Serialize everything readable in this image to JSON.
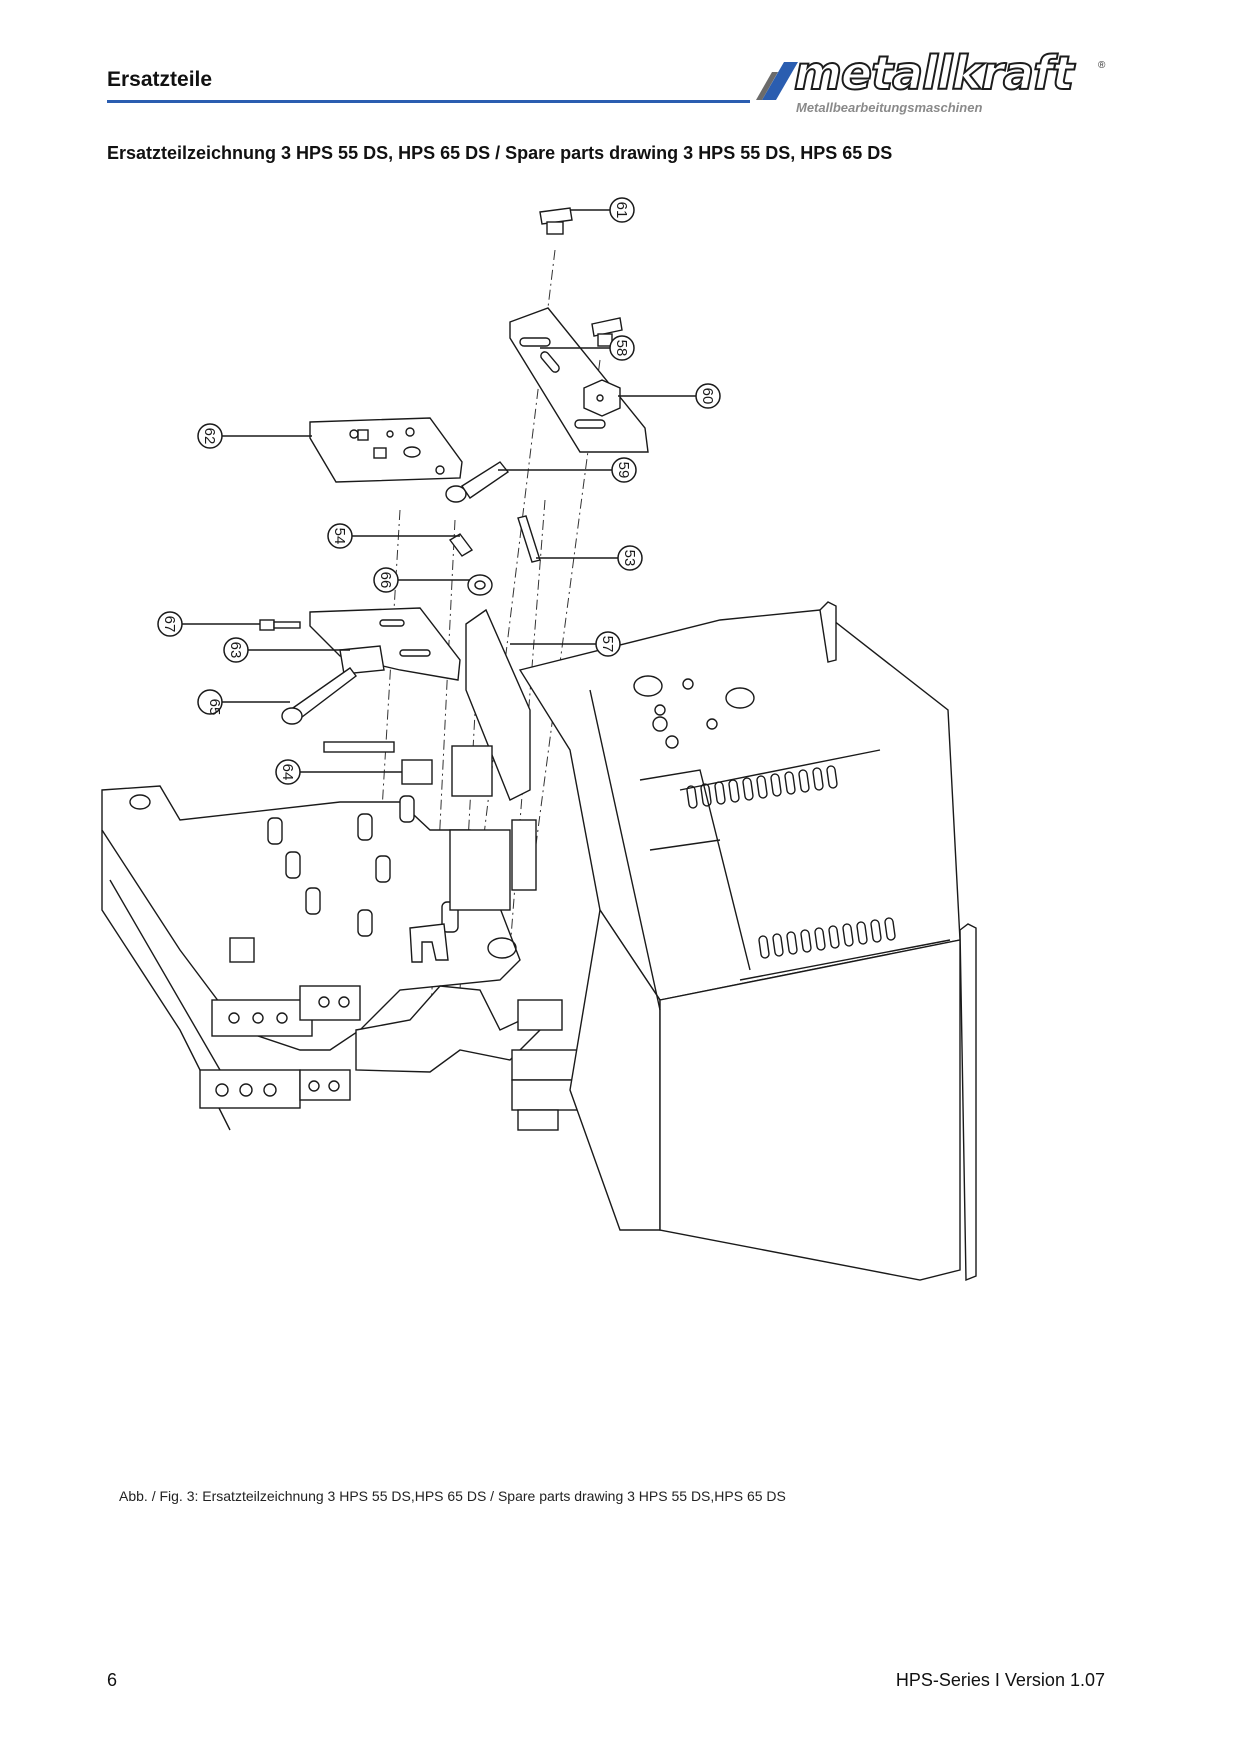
{
  "header": {
    "section_title": "Ersatzteile",
    "logo_text": "metallkraft",
    "logo_registered": "®",
    "logo_subtitle": "Metallbearbeitungsmaschinen",
    "accent_color": "#2a5db0"
  },
  "drawing": {
    "title": "Ersatzteilzeichnung 3 HPS 55 DS, HPS 65 DS / Spare parts drawing 3 HPS 55 DS, HPS 65 DS",
    "callouts": [
      "61",
      "58",
      "60",
      "62",
      "59",
      "54",
      "53",
      "66",
      "67",
      "57",
      "63",
      "65",
      "64"
    ],
    "caption": "Abb. / Fig. 3: Ersatzteilzeichnung 3 HPS 55 DS,HPS 65 DS / Spare parts drawing 3 HPS 55 DS,HPS 65 DS"
  },
  "footer": {
    "page_number": "6",
    "version": "HPS-Series I Version 1.07"
  }
}
